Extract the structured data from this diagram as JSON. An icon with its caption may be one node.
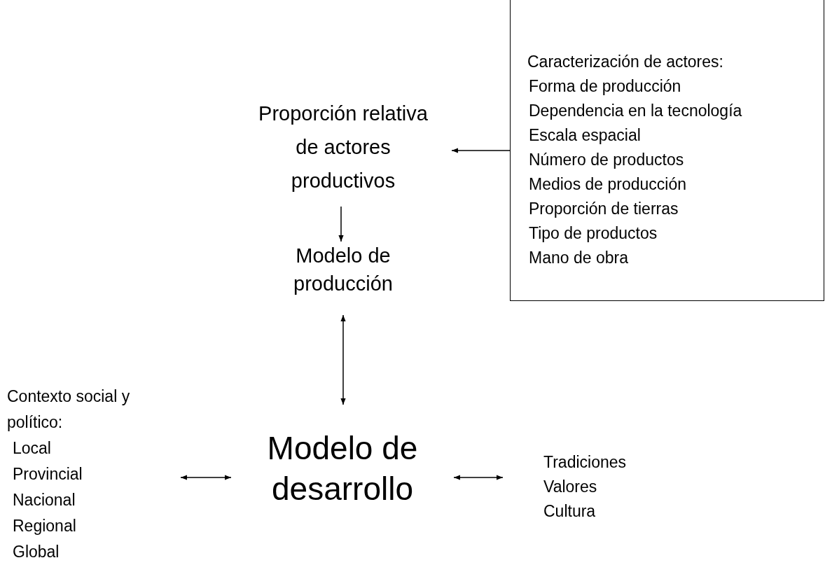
{
  "diagram": {
    "nodes": [
      {
        "text": [
          "Proporción relativa de actores productivos"
        ]
      },
      {
        "text": [
          "Caracterización de actores:",
          "Forma de producción",
          "Dependencia en la tecnología",
          "Escala espacial",
          "Número de productos",
          "Medios de producción",
          "Proporción de tierras",
          "Tipo de productos",
          "Mano de obra"
        ]
      },
      {
        "text": [
          "Modelo de producción"
        ]
      },
      {
        "text": [
          "Contexto social y político:",
          "Local",
          "Provincial",
          "Nacional",
          "Regional",
          "Global"
        ]
      },
      {
        "text": [
          "Modelo de desarrollo"
        ]
      },
      {
        "text": [
          "Tradiciones",
          "Valores",
          "Cultura"
        ]
      }
    ],
    "edges": [
      {
        "from": 1,
        "to": 0,
        "arrow": "to"
      },
      {
        "from": 0,
        "to": 2,
        "arrow": "to"
      },
      {
        "from": 2,
        "to": 4,
        "arrow": "both"
      },
      {
        "from": 3,
        "to": 4,
        "arrow": "both"
      },
      {
        "from": 4,
        "to": 5,
        "arrow": "both"
      }
    ]
  }
}
